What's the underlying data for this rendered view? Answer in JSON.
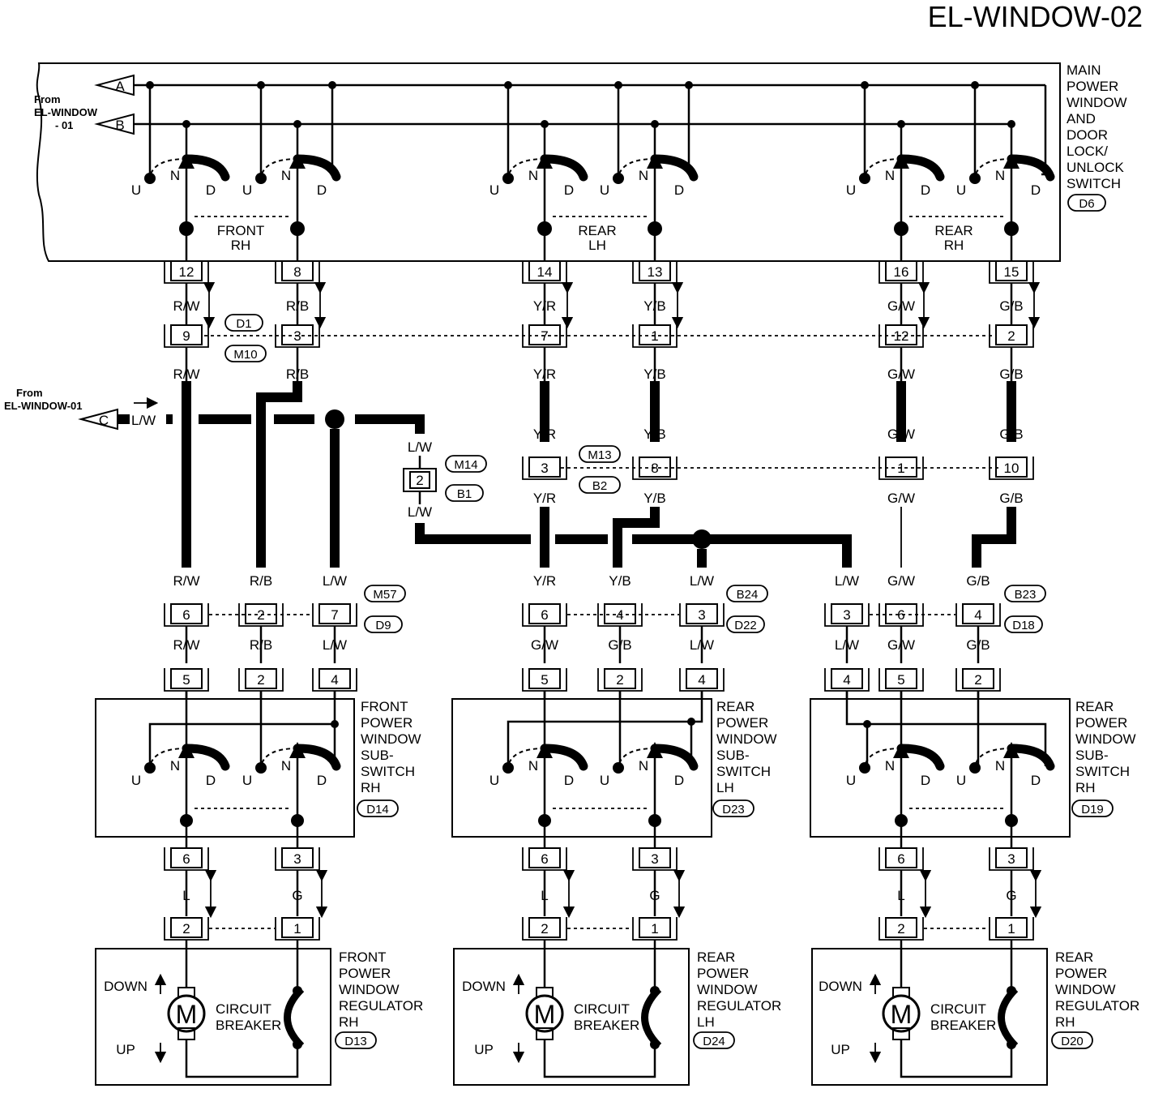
{
  "page_title": "EL-WINDOW-02",
  "sources": {
    "from_top": "From EL-WINDOW - 01",
    "from_mid": "From EL-WINDOW-01",
    "arrow_a": "A",
    "arrow_b": "B",
    "arrow_c": "C",
    "c_wire": "L/W"
  },
  "main_switch": {
    "name": [
      "MAIN",
      "POWER",
      "WINDOW",
      "AND",
      "DOOR",
      "LOCK/",
      "UNLOCK",
      "SWITCH"
    ],
    "connector": "D6",
    "sections": [
      {
        "label": [
          "FRONT",
          "RH"
        ]
      },
      {
        "label": [
          "REAR",
          "LH"
        ]
      },
      {
        "label": [
          "REAR",
          "RH"
        ]
      }
    ],
    "switch_letters": {
      "u": "U",
      "n": "N",
      "d": "D"
    }
  },
  "d6_pins": [
    "12",
    "8",
    "14",
    "13",
    "16",
    "15"
  ],
  "upper_wires": [
    "R/W",
    "R/B",
    "Y/R",
    "Y/B",
    "G/W",
    "G/B"
  ],
  "mid_connector_pins": [
    "9",
    "3",
    "7",
    "1",
    "12",
    "2"
  ],
  "mid_connector_labels": [
    "D1",
    "M10"
  ],
  "lower_wires": [
    "R/W",
    "R/B",
    "Y/R",
    "Y/B",
    "G/W",
    "G/B"
  ],
  "m14_b1": {
    "top_wire": "L/W",
    "pin": "2",
    "bottom_wire": "L/W",
    "labels": [
      "M14",
      "B1"
    ]
  },
  "m13_b2": {
    "labels": [
      "M13",
      "B2"
    ],
    "pins": [
      "3",
      "8",
      "1",
      "10"
    ],
    "wires_above": [
      "Y/R",
      "Y/B",
      "G/W",
      "G/B"
    ],
    "wires_below": [
      "Y/R",
      "Y/B",
      "G/W",
      "G/B"
    ]
  },
  "door_connectors": [
    {
      "labels": [
        "M57",
        "D9"
      ],
      "wires_above": [
        "R/W",
        "R/B",
        "L/W"
      ],
      "pins": [
        "6",
        "2",
        "7"
      ],
      "wires_below": [
        "R/W",
        "R/B",
        "L/W"
      ],
      "sub_pins": [
        "5",
        "2",
        "4"
      ]
    },
    {
      "labels": [
        "B24",
        "D22"
      ],
      "wires_above": [
        "Y/R",
        "Y/B",
        "L/W"
      ],
      "pins": [
        "6",
        "4",
        "3"
      ],
      "wires_below": [
        "G/W",
        "G/B",
        "L/W"
      ],
      "sub_pins": [
        "5",
        "2",
        "4"
      ]
    },
    {
      "labels": [
        "B23",
        "D18"
      ],
      "wires_above": [
        "L/W",
        "G/W",
        "G/B"
      ],
      "pins": [
        "3",
        "6",
        "4"
      ],
      "wires_below": [
        "L/W",
        "G/W",
        "G/B"
      ],
      "sub_pins": [
        "4",
        "5",
        "2"
      ]
    }
  ],
  "sub_switches": [
    {
      "name": [
        "FRONT",
        "POWER",
        "WINDOW",
        "SUB-",
        "SWITCH",
        "RH"
      ],
      "connector": "D14"
    },
    {
      "name": [
        "REAR",
        "POWER",
        "WINDOW",
        "SUB-",
        "SWITCH",
        "LH"
      ],
      "connector": "D23"
    },
    {
      "name": [
        "REAR",
        "POWER",
        "WINDOW",
        "SUB-",
        "SWITCH",
        "RH"
      ],
      "connector": "D19"
    }
  ],
  "sub_out_pins": [
    "6",
    "3"
  ],
  "motor_wires": [
    "L",
    "G"
  ],
  "regulator_pins": [
    "2",
    "1"
  ],
  "regulators": [
    {
      "name": [
        "FRONT",
        "POWER",
        "WINDOW",
        "REGULATOR",
        "RH"
      ],
      "connector": "D13"
    },
    {
      "name": [
        "REAR",
        "POWER",
        "WINDOW",
        "REGULATOR",
        "LH"
      ],
      "connector": "D24"
    },
    {
      "name": [
        "REAR",
        "POWER",
        "WINDOW",
        "REGULATOR",
        "RH"
      ],
      "connector": "D20"
    }
  ],
  "regulator_text": {
    "down": "DOWN",
    "up": "UP",
    "motor": "M",
    "breaker": [
      "CIRCUIT",
      "BREAKER"
    ]
  }
}
